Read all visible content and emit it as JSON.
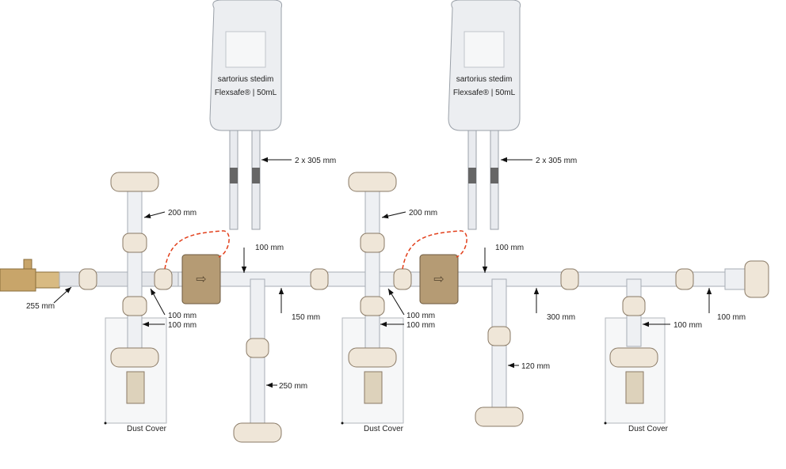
{
  "bags": [
    {
      "brand": "sartorius stedim",
      "product": "Flexsafe® | 50mL"
    },
    {
      "brand": "sartorius stedim",
      "product": "Flexsafe® | 50mL"
    }
  ],
  "labels": {
    "bag1_tubes": "2 x 305 mm",
    "bag2_tubes": "2 x 305 mm",
    "cross1_up": "200 mm",
    "cross2_up": "200 mm",
    "filter1_out": "100 mm",
    "filter2_out": "100 mm",
    "inlet": "255 mm",
    "cross1_a": "100 mm",
    "cross1_b": "100 mm",
    "tee1_main": "150 mm",
    "tee1_down": "250 mm",
    "cross2_a": "100 mm",
    "cross2_b": "100 mm",
    "tee2_main": "300 mm",
    "tee2_down": "120 mm",
    "tee3_down": "100 mm",
    "outlet": "100 mm",
    "dust1": "Dust Cover",
    "dust2": "Dust Cover",
    "dust3": "Dust Cover"
  },
  "colors": {
    "tubing": "#a7adb5",
    "connector": "#c8a56a",
    "filter": "#b59b74",
    "sensor_wire": "#e2401c"
  }
}
